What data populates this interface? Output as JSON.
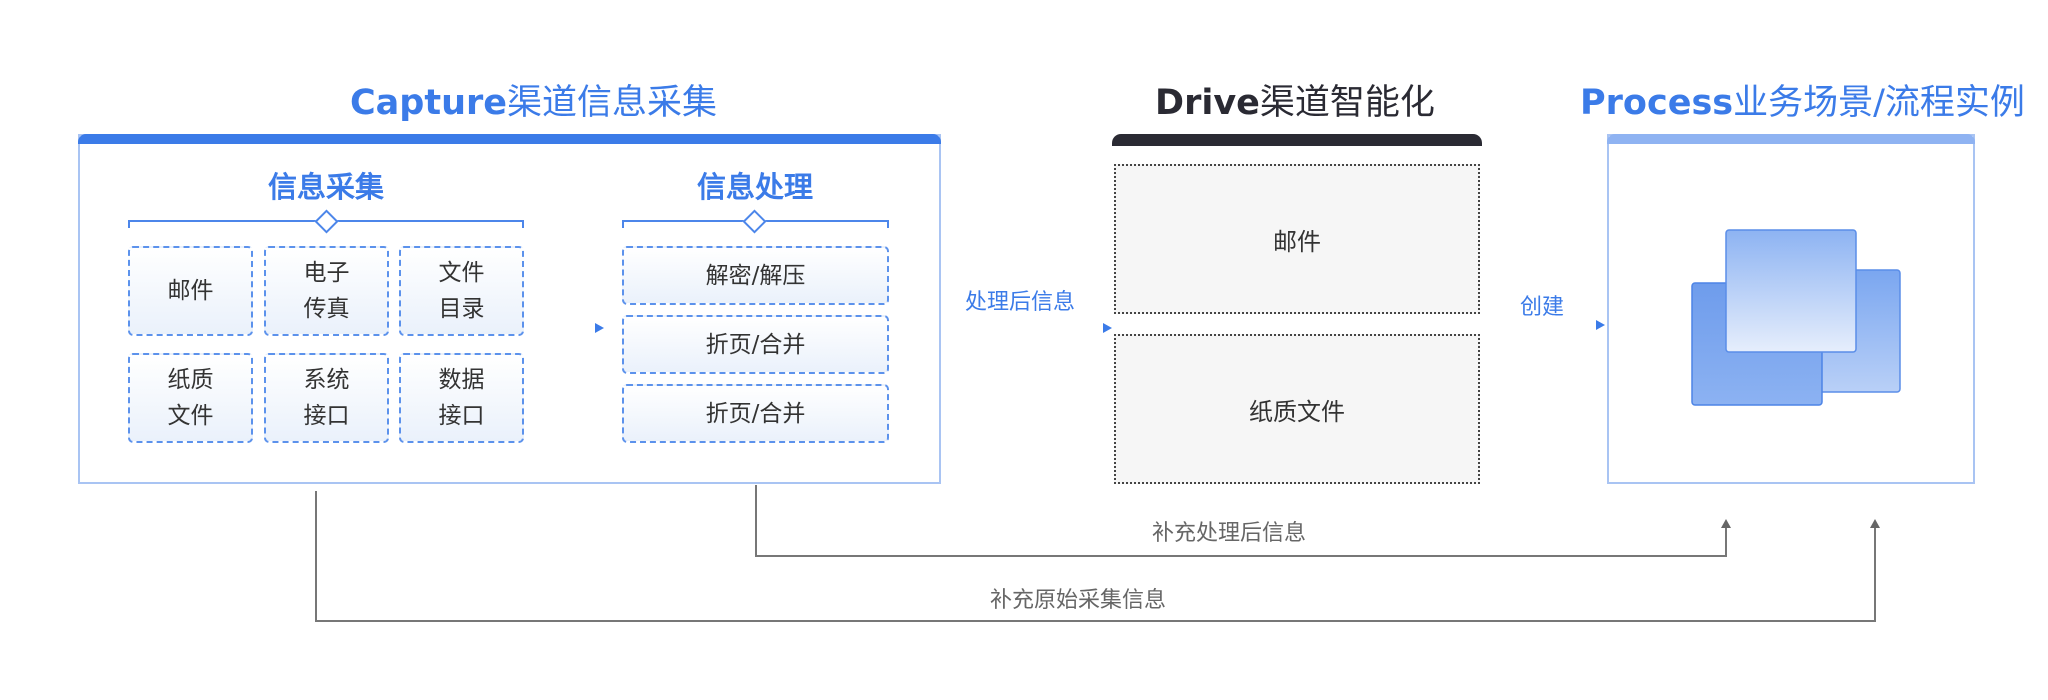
{
  "capture": {
    "title_bold": "Capture",
    "title_rest": "渠道信息采集",
    "collect": {
      "heading": "信息采集",
      "items": [
        {
          "line1": "邮件",
          "line2": ""
        },
        {
          "line1": "电子",
          "line2": "传真"
        },
        {
          "line1": "文件",
          "line2": "目录"
        },
        {
          "line1": "纸质",
          "line2": "文件"
        },
        {
          "line1": "系统",
          "line2": "接口"
        },
        {
          "line1": "数据",
          "line2": "接口"
        }
      ]
    },
    "process": {
      "heading": "信息处理",
      "items": [
        "解密/解压",
        "折页/合并",
        "折页/合并"
      ]
    }
  },
  "drive": {
    "title_bold": "Drive",
    "title_rest": "渠道智能化",
    "items": [
      "邮件",
      "纸质文件"
    ]
  },
  "process_scene": {
    "title_bold": "Process",
    "title_rest": "业务场景/流程实例"
  },
  "arrows": {
    "processed_info": "处理后信息",
    "create": "创建",
    "supplement_processed": "补充处理后信息",
    "supplement_raw": "补充原始采集信息"
  },
  "colors": {
    "accent_blue": "#3b7be8",
    "drive_bar": "#2a2a33",
    "process_bar": "#8fb3f2",
    "connector_grey": "#777777"
  }
}
